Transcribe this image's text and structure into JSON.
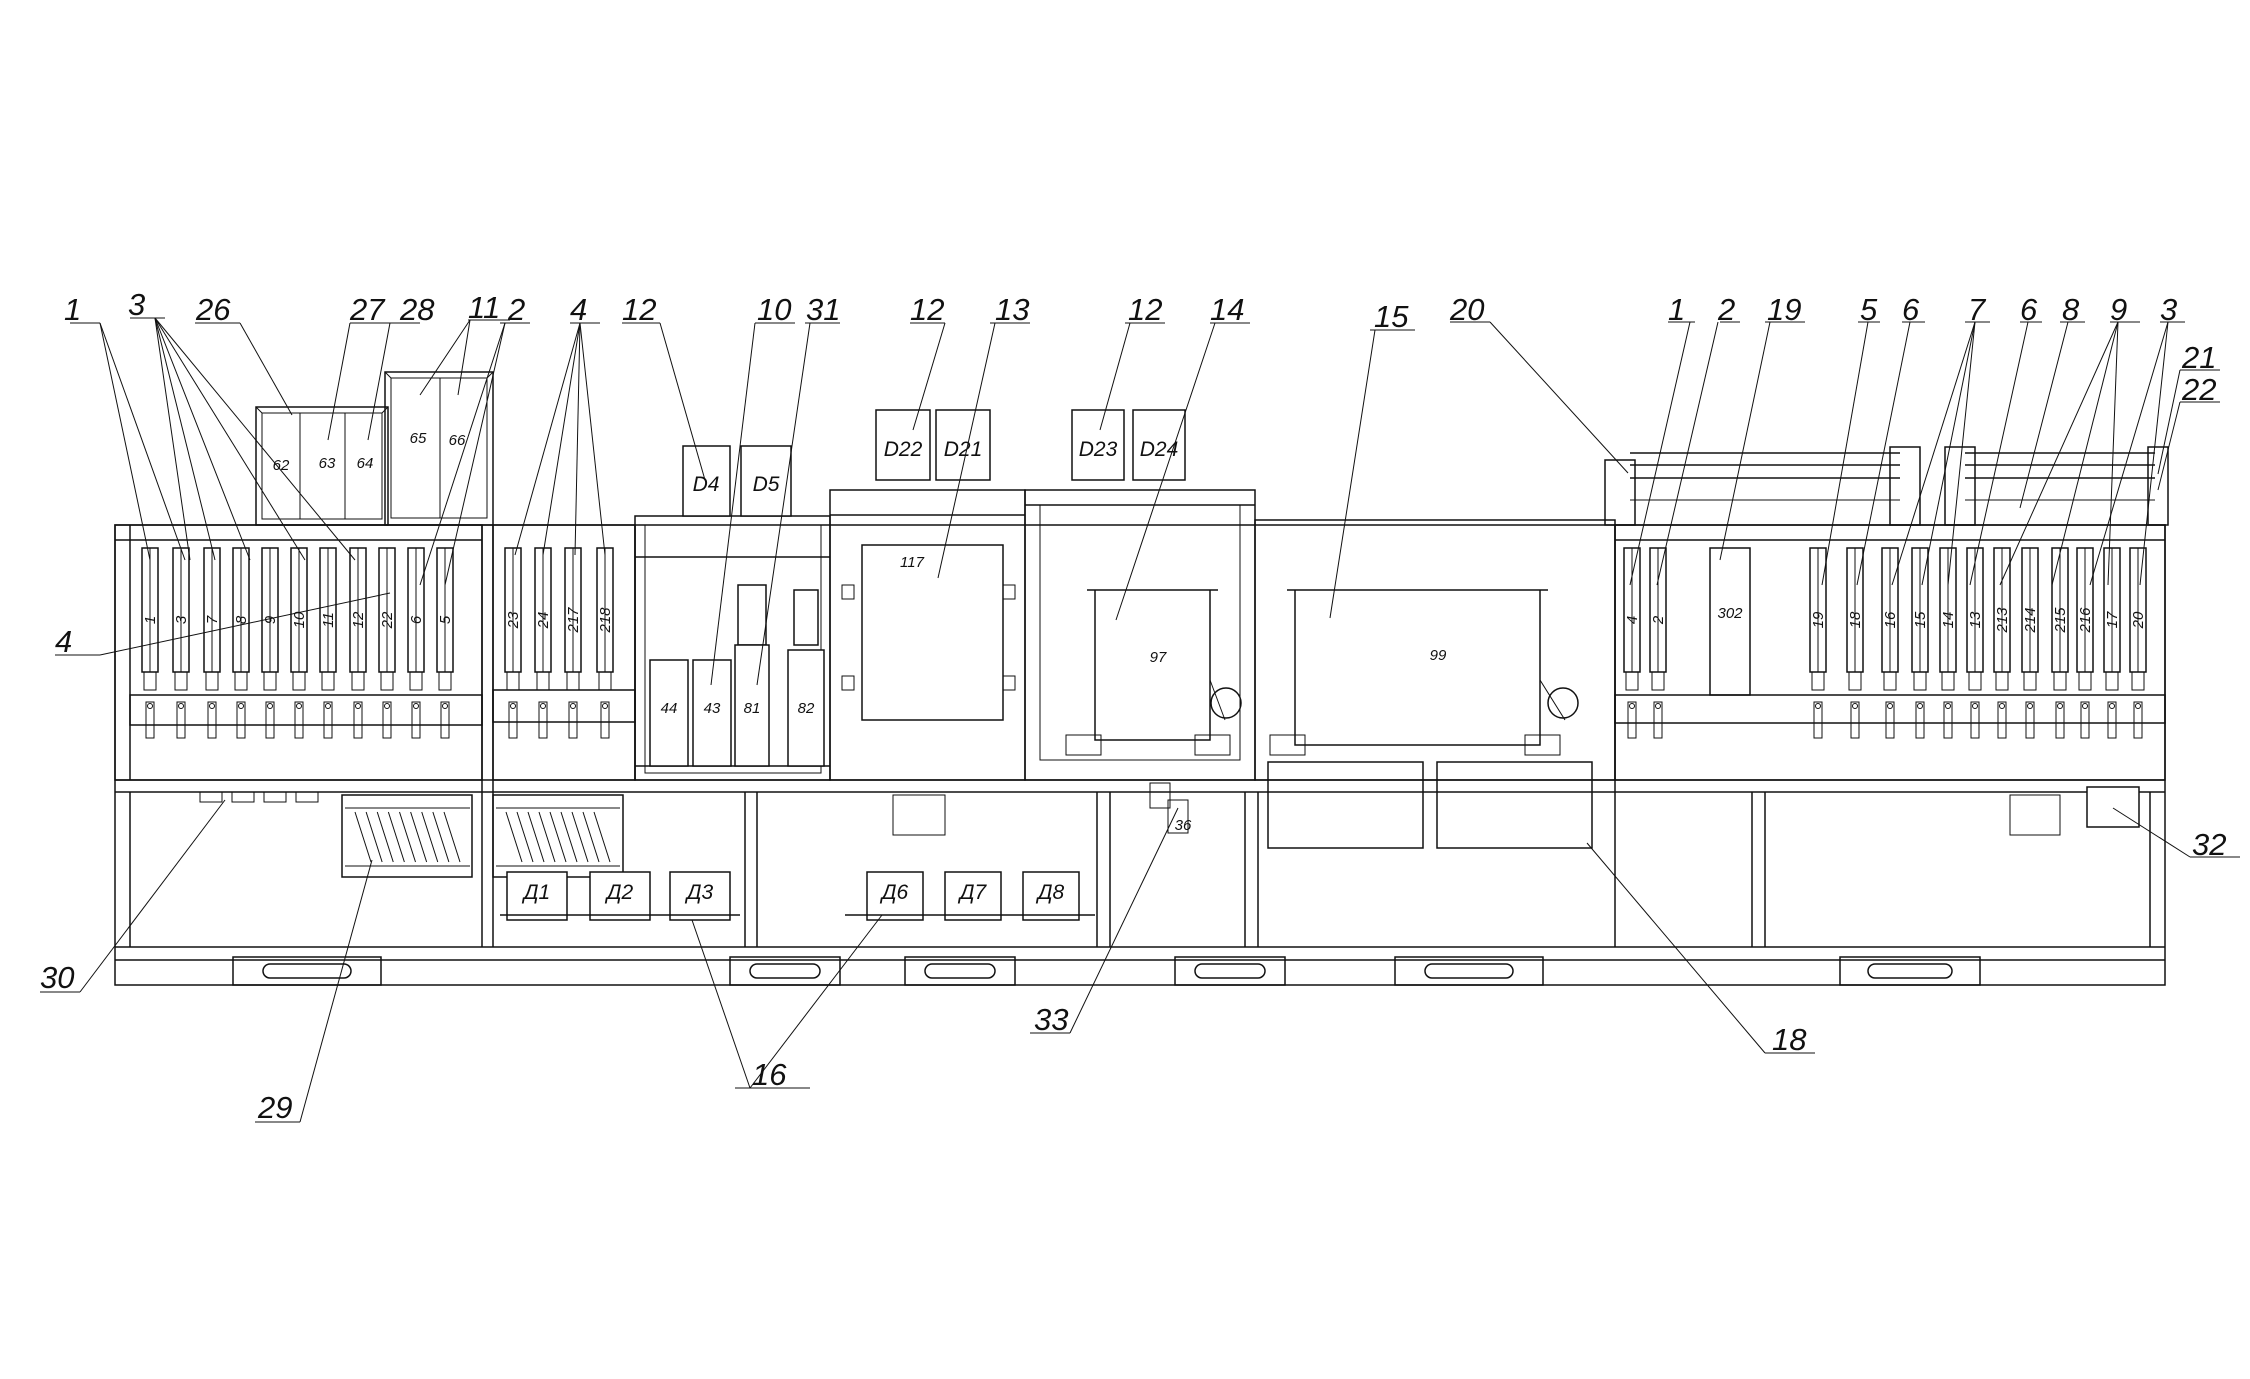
{
  "callouts": [
    {
      "id": "c1a",
      "text": "1"
    },
    {
      "id": "c3a",
      "text": "3"
    },
    {
      "id": "c26",
      "text": "26"
    },
    {
      "id": "c27",
      "text": "27"
    },
    {
      "id": "c28",
      "text": "28"
    },
    {
      "id": "c11",
      "text": "11"
    },
    {
      "id": "c2a",
      "text": "2"
    },
    {
      "id": "c4a",
      "text": "4"
    },
    {
      "id": "c12a",
      "text": "12"
    },
    {
      "id": "c10",
      "text": "10"
    },
    {
      "id": "c31",
      "text": "31"
    },
    {
      "id": "c12b",
      "text": "12"
    },
    {
      "id": "c13",
      "text": "13"
    },
    {
      "id": "c12c",
      "text": "12"
    },
    {
      "id": "c14",
      "text": "14"
    },
    {
      "id": "c15",
      "text": "15"
    },
    {
      "id": "c20",
      "text": "20"
    },
    {
      "id": "c1b",
      "text": "1"
    },
    {
      "id": "c2b",
      "text": "2"
    },
    {
      "id": "c19",
      "text": "19"
    },
    {
      "id": "c5",
      "text": "5"
    },
    {
      "id": "c6a",
      "text": "6"
    },
    {
      "id": "c7",
      "text": "7"
    },
    {
      "id": "c6b",
      "text": "6"
    },
    {
      "id": "c8",
      "text": "8"
    },
    {
      "id": "c9",
      "text": "9"
    },
    {
      "id": "c3b",
      "text": "3"
    },
    {
      "id": "c21",
      "text": "21"
    },
    {
      "id": "c22",
      "text": "22"
    },
    {
      "id": "c4b",
      "text": "4"
    },
    {
      "id": "c30",
      "text": "30"
    },
    {
      "id": "c29",
      "text": "29"
    },
    {
      "id": "c33",
      "text": "33"
    },
    {
      "id": "c16",
      "text": "16"
    },
    {
      "id": "c18",
      "text": "18"
    },
    {
      "id": "c32",
      "text": "32"
    }
  ],
  "left_columns": [
    "1",
    "3",
    "7",
    "8",
    "9",
    "10",
    "11",
    "12",
    "22",
    "6",
    "5"
  ],
  "mid_columns": [
    "23",
    "24",
    "217",
    "218"
  ],
  "top_boxes": [
    "62",
    "63",
    "64",
    "65",
    "66"
  ],
  "motor_labels": [
    "D4",
    "D5",
    "D22",
    "D21",
    "D23",
    "D24"
  ],
  "tanks": [
    "44",
    "43",
    "81",
    "82"
  ],
  "panel_label": "117",
  "baths": [
    "97",
    "99"
  ],
  "lower_motors": [
    "Д1",
    "Д2",
    "Д3",
    "Д6",
    "Д7",
    "Д8"
  ],
  "pump_label": "36",
  "right_columns": [
    "4",
    "2",
    "302",
    "19",
    "18",
    "16",
    "15",
    "14",
    "13",
    "213",
    "214",
    "215",
    "216",
    "17",
    "20"
  ]
}
